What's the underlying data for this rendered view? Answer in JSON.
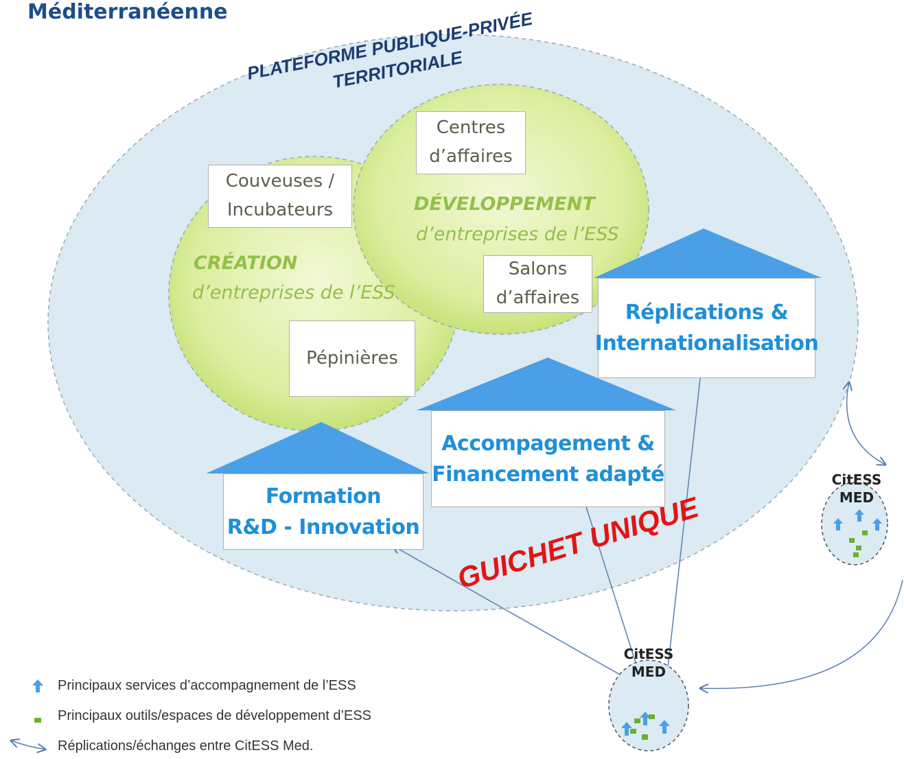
{
  "title": "Méditerranéenne",
  "platform": {
    "line1": "PLATEFORME PUBLIQUE-PRIVÉE",
    "line2": "TERRITORIALE"
  },
  "circles": {
    "creation": {
      "line1": "CRÉATION",
      "line2": "d’entreprises  de l’ESS"
    },
    "developpement": {
      "line1": "DÉVELOPPEMENT",
      "line2": "d’entreprises  de l’ESS"
    }
  },
  "boxes": {
    "couveuses": {
      "line1": "Couveuses /",
      "line2": "Incubateurs"
    },
    "centres": {
      "line1": "Centres",
      "line2": "d’affaires"
    },
    "salons": {
      "line1": "Salons",
      "line2": "d’affaires"
    },
    "pepinieres": {
      "line1": "Pépinières"
    }
  },
  "houses": {
    "replications": {
      "line1": "Réplications &",
      "line2": "Internationalisation"
    },
    "accompagnement": {
      "line1": "Accompagement &",
      "line2": "Financement adapté"
    },
    "formation": {
      "line1": "Formation",
      "line2": "R&D - Innovation"
    }
  },
  "guichet": "GUICHET UNIQUE",
  "nodes": {
    "right": {
      "line1": "CitESS",
      "line2": "MED"
    },
    "bottom": {
      "line1": "CitESS",
      "line2": "MED"
    }
  },
  "legend": {
    "services": "Principaux services  d’accompagnement de l’ESS",
    "tools": "Principaux outils/espaces  de développement d’ESS",
    "replications": "Réplications/échanges entre CitESS Med."
  },
  "colors": {
    "platform_fill": "#dbeaf3",
    "circle_fill": "#d9ec9d",
    "house_roof": "#4a9fe6",
    "house_text": "#1f8fd8",
    "green_text": "#93c04a",
    "guichet": "#e31414",
    "title": "#1d4e8a",
    "arrow": "#5a7fae",
    "square": "#6ab02d"
  }
}
